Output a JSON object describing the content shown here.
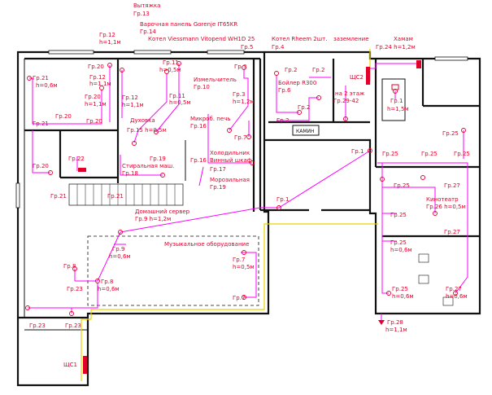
{
  "labels": [
    {
      "id": "vytyazhka",
      "text": "Вытяжка"
    },
    {
      "id": "gr13",
      "text": "Гр.13"
    },
    {
      "id": "hob",
      "text": "Варочная панель Gorenje IT65KR"
    },
    {
      "id": "gr14",
      "text": "Гр.14"
    },
    {
      "id": "boiler_v",
      "text": "Котел Viessmann Vitopend WH1D 25"
    },
    {
      "id": "gr12_top",
      "text": "Гр.12"
    },
    {
      "id": "h11_a",
      "text": "h=1,1м"
    },
    {
      "id": "gr5",
      "text": "Гр.5"
    },
    {
      "id": "rheem",
      "text": "Котел Rheem 2шт."
    },
    {
      "id": "gr4",
      "text": "Гр.4"
    },
    {
      "id": "ground",
      "text": "заземление"
    },
    {
      "id": "hamam",
      "text": "Хамам"
    },
    {
      "id": "gr24",
      "text": "Гр.24 h=1,2м"
    },
    {
      "id": "gr20_a",
      "text": "Гр.20"
    },
    {
      "id": "gr11",
      "text": "Гр.11"
    },
    {
      "id": "h05_a",
      "text": "h=0,5м"
    },
    {
      "id": "gr3_a",
      "text": "Гр.3"
    },
    {
      "id": "gr2_a",
      "text": "Гр.2"
    },
    {
      "id": "gr2_b",
      "text": "Гр.2"
    },
    {
      "id": "shch2",
      "text": "ЩС2"
    },
    {
      "id": "gr21_a",
      "text": "Гр.21"
    },
    {
      "id": "h06_a",
      "text": "h=0,6м"
    },
    {
      "id": "gr12_b",
      "text": "Гр.12"
    },
    {
      "id": "h11_b",
      "text": "h=1,1м"
    },
    {
      "id": "chopper",
      "text": "Измельчитель"
    },
    {
      "id": "gr10",
      "text": "Гр.10"
    },
    {
      "id": "boiler300",
      "text": "Бойлер R300"
    },
    {
      "id": "gr6",
      "text": "Гр.6"
    },
    {
      "id": "gr1_a",
      "text": "Гр.1"
    },
    {
      "id": "h15_a",
      "text": "h=1,5м"
    },
    {
      "id": "gr20_b",
      "text": "Гр.20"
    },
    {
      "id": "h11_c",
      "text": "h=1,1м"
    },
    {
      "id": "gr12_c",
      "text": "Гр.12"
    },
    {
      "id": "h11_d",
      "text": "h=1,1м"
    },
    {
      "id": "gr11_b",
      "text": "Гр.11"
    },
    {
      "id": "h05_b",
      "text": "h=0,5м"
    },
    {
      "id": "gr3_b",
      "text": "Гр.3"
    },
    {
      "id": "h12_a",
      "text": "h=1,2м"
    },
    {
      "id": "gr2_c",
      "text": "Гр.2"
    },
    {
      "id": "floor2",
      "text": "на 2 этаж"
    },
    {
      "id": "gr2942",
      "text": "Гр.29-42"
    },
    {
      "id": "gr20_c",
      "text": "Гр.20"
    },
    {
      "id": "gr21_b",
      "text": "Гр.21"
    },
    {
      "id": "gr20_d",
      "text": "Гр.20"
    },
    {
      "id": "oven",
      "text": "Духовка"
    },
    {
      "id": "gr15",
      "text": "Гр.15 h=0,5м"
    },
    {
      "id": "micro",
      "text": "Микроб. печь"
    },
    {
      "id": "gr16",
      "text": "Гр.16"
    },
    {
      "id": "gr2_d",
      "text": "Гр.2"
    },
    {
      "id": "kamin",
      "text": "КАМИН"
    },
    {
      "id": "gr7_a",
      "text": "Гр.7"
    },
    {
      "id": "gr25_a",
      "text": "Гр.25"
    },
    {
      "id": "gr22",
      "text": "Гр.22"
    },
    {
      "id": "gr19",
      "text": "Гр.19"
    },
    {
      "id": "washer",
      "text": "Стиральная маш."
    },
    {
      "id": "gr18",
      "text": "Гр.18"
    },
    {
      "id": "gr16_b",
      "text": "Гр.16"
    },
    {
      "id": "fridge",
      "text": "Холодильник"
    },
    {
      "id": "wine",
      "text": "Винный шкаф"
    },
    {
      "id": "gr17",
      "text": "Гр.17"
    },
    {
      "id": "freezer",
      "text": "Морозильная"
    },
    {
      "id": "gr19_b",
      "text": "Гр.19"
    },
    {
      "id": "gr1_b",
      "text": "Гр.1"
    },
    {
      "id": "gr25_b",
      "text": "Гр.25"
    },
    {
      "id": "gr25_c",
      "text": "Гр.25"
    },
    {
      "id": "gr25_d",
      "text": "Гр.25"
    },
    {
      "id": "gr20_e",
      "text": "Гр.20"
    },
    {
      "id": "gr21_c",
      "text": "Гр.21"
    },
    {
      "id": "gr21_d",
      "text": "Гр.21"
    },
    {
      "id": "gr25_e",
      "text": "Гр.25"
    },
    {
      "id": "gr27_a",
      "text": "Гр.27"
    },
    {
      "id": "cinema",
      "text": "Кинотеатр"
    },
    {
      "id": "gr26",
      "text": "Гр.26 h=0,5м"
    },
    {
      "id": "gr1_c",
      "text": "Гр.1"
    },
    {
      "id": "server",
      "text": "Домашний сервер"
    },
    {
      "id": "gr9",
      "text": "Гр.9 h=1,2м"
    },
    {
      "id": "gr25_f",
      "text": "Гр.25"
    },
    {
      "id": "gr27_b",
      "text": "Гр.27"
    },
    {
      "id": "music",
      "text": "Музыкальное оборудование"
    },
    {
      "id": "gr9_b",
      "text": "Гр.9"
    },
    {
      "id": "h06_b",
      "text": "h=0,6м"
    },
    {
      "id": "gr8",
      "text": "Гр.8"
    },
    {
      "id": "gr7_b",
      "text": "Гр.7"
    },
    {
      "id": "h05_c",
      "text": "h=0,5м"
    },
    {
      "id": "gr25_g",
      "text": "Гр.25"
    },
    {
      "id": "h06_c",
      "text": "h=0,6м"
    },
    {
      "id": "gr8_b",
      "text": "Гр.8"
    },
    {
      "id": "h06_d",
      "text": "h=0,6м"
    },
    {
      "id": "gr23_a",
      "text": "Гр.23"
    },
    {
      "id": "gr25_h",
      "text": "Гр.25"
    },
    {
      "id": "h06_e",
      "text": "h=0,6м"
    },
    {
      "id": "gr27_c",
      "text": "Гр.27"
    },
    {
      "id": "h06_f",
      "text": "h=0,6м"
    },
    {
      "id": "gr7_c",
      "text": "Гр.7"
    },
    {
      "id": "gr23_b",
      "text": "Гр.23"
    },
    {
      "id": "gr23_c",
      "text": "Гр.23"
    },
    {
      "id": "gr28",
      "text": "Гр.28"
    },
    {
      "id": "h11_e",
      "text": "h=1,1м"
    },
    {
      "id": "shch1",
      "text": "ЩС1"
    }
  ],
  "colors": {
    "wall": "#111111",
    "wire": "#ff00ff",
    "label": "#e0002a",
    "mains": "#e8d400",
    "panel": "#e0002a"
  }
}
